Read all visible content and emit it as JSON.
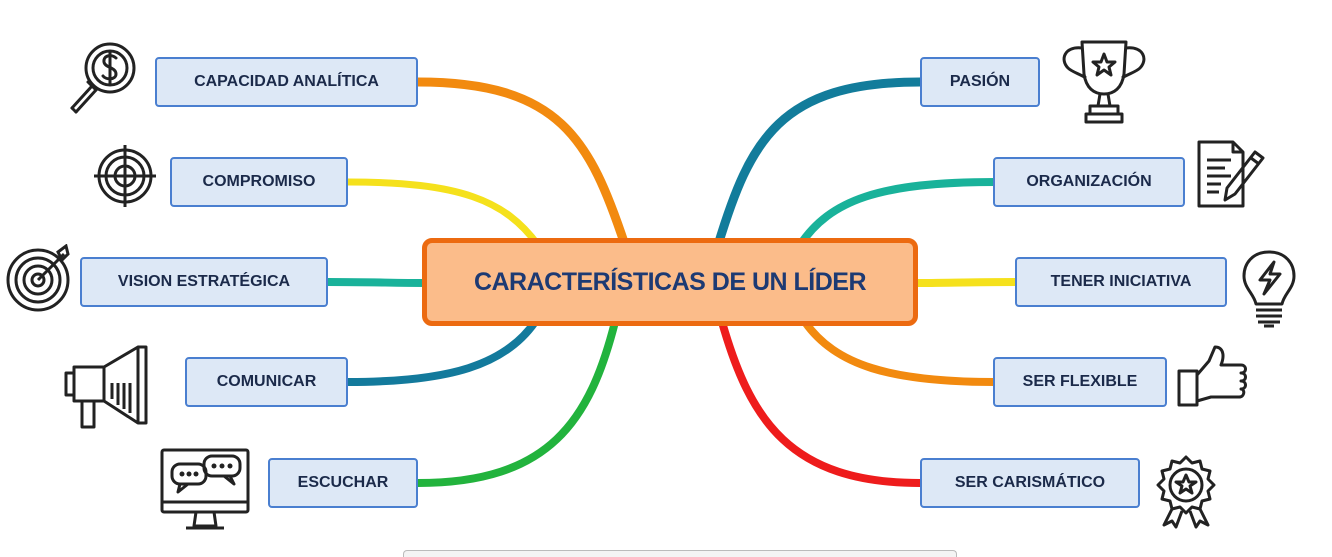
{
  "center": {
    "title": "CARACTERÍSTICAS DE UN LÍDER"
  },
  "left_branches": [
    {
      "label": "CAPACIDAD ANALÍTICA",
      "icon": "magnifier-dollar-icon",
      "color": "#f28a0f"
    },
    {
      "label": "COMPROMISO",
      "icon": "crosshair-target-icon",
      "color": "#f5e11c"
    },
    {
      "label": "VISION ESTRATÉGICA",
      "icon": "bullseye-arrow-icon",
      "color": "#19b29a"
    },
    {
      "label": "COMUNICAR",
      "icon": "megaphone-icon",
      "color": "#137a9c"
    },
    {
      "label": "ESCUCHAR",
      "icon": "monitor-chat-icon",
      "color": "#22b33d"
    }
  ],
  "right_branches": [
    {
      "label": "PASIÓN",
      "icon": "trophy-star-icon",
      "color": "#127c9b"
    },
    {
      "label": "ORGANIZACIÓN",
      "icon": "document-pen-icon",
      "color": "#19b29a"
    },
    {
      "label": "TENER INICIATIVA",
      "icon": "lightbulb-bolt-icon",
      "color": "#f5e11c"
    },
    {
      "label": "SER FLEXIBLE",
      "icon": "thumbs-up-icon",
      "color": "#f28a0f"
    },
    {
      "label": "SER CARISMÁTICO",
      "icon": "award-badge-icon",
      "color": "#ee1c1c"
    }
  ],
  "colors": {
    "node_fill": "#dde8f6",
    "node_border": "#4a7fd0",
    "center_fill": "#fbbc8a",
    "center_border": "#ec6a10",
    "center_text": "#1d3a73",
    "node_text": "#1b2a4a"
  }
}
